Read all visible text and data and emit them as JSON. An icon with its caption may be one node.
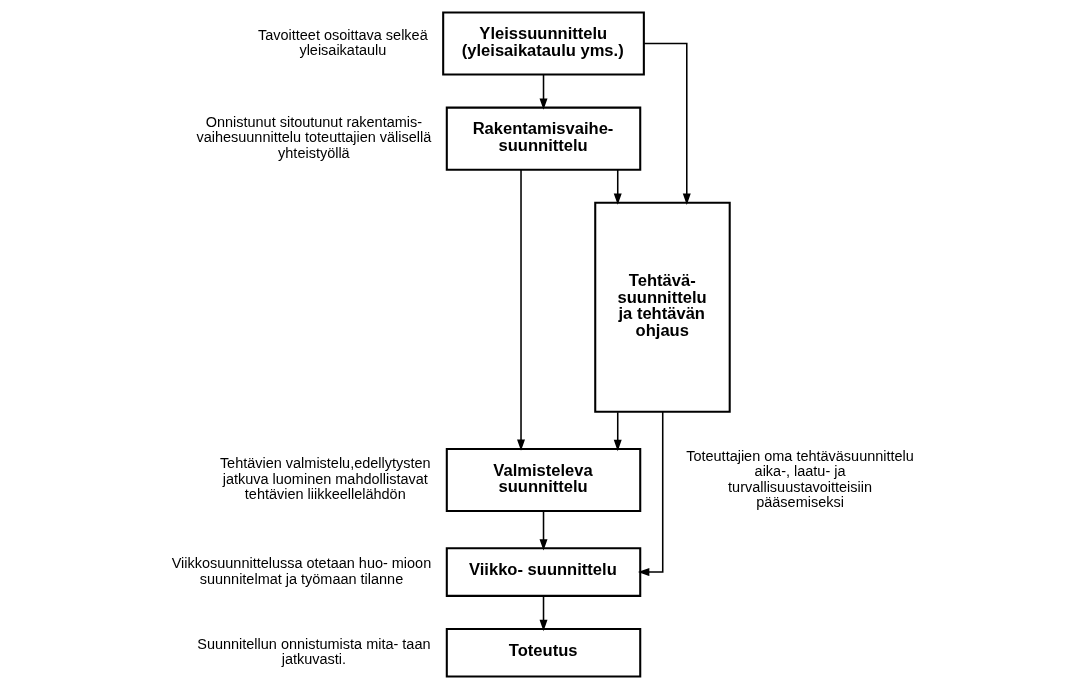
{
  "diagram": {
    "nodes": [
      {
        "text": [
          "Yleissuunnittelu (yleisaikataulu yms.)"
        ],
        "beside": [
          "Tavoitteet osoittava selkeä yleisaikataulu"
        ]
      },
      {
        "text": [
          "Rakentamisvaihe- suunnittelu"
        ],
        "beside": [
          "Onnistunut sitoutunut rakentamis- vaihesuunnittelu toteuttajien välisellä yhteistyöllä"
        ]
      },
      {
        "text": [
          "Valmisteleva suunnittelu"
        ],
        "beside": [
          "Tehtävien valmistelu,edellytysten jatkuva luominen mahdollistavat tehtävien liikkeellelähdön"
        ]
      },
      {
        "text": [
          "Viikko- suunnittelu"
        ],
        "beside": [
          "Viikkosuunnittelussa otetaan huo- mioon suunnitelmat ja työmaan tilanne"
        ]
      },
      {
        "text": [
          "Toteutus"
        ],
        "beside": [
          "Suunnitellun onnistumista mita- taan jatkuvasti."
        ]
      },
      {
        "text": [
          "Tehtävä- suunnittelu ja tehtävän ohjaus"
        ],
        "beside": [
          "Toteuttajien oma tehtäväsuunnittelu aika-, laatu- ja turvallisuustavoitteisiin pääsemiseksi"
        ]
      }
    ],
    "edges": [
      {
        "from": 0,
        "to": 1,
        "arrow": "to"
      },
      {
        "from": 1,
        "to": 2,
        "arrow": "to"
      },
      {
        "from": 2,
        "to": 3,
        "arrow": "to"
      },
      {
        "from": 3,
        "to": 4,
        "arrow": "to"
      },
      {
        "from": 0,
        "to": 5,
        "arrow": "to"
      },
      {
        "from": 1,
        "to": 5,
        "arrow": "to"
      },
      {
        "from": 5,
        "to": 2,
        "arrow": "to"
      },
      {
        "from": 5,
        "to": 3,
        "arrow": "to"
      }
    ]
  }
}
